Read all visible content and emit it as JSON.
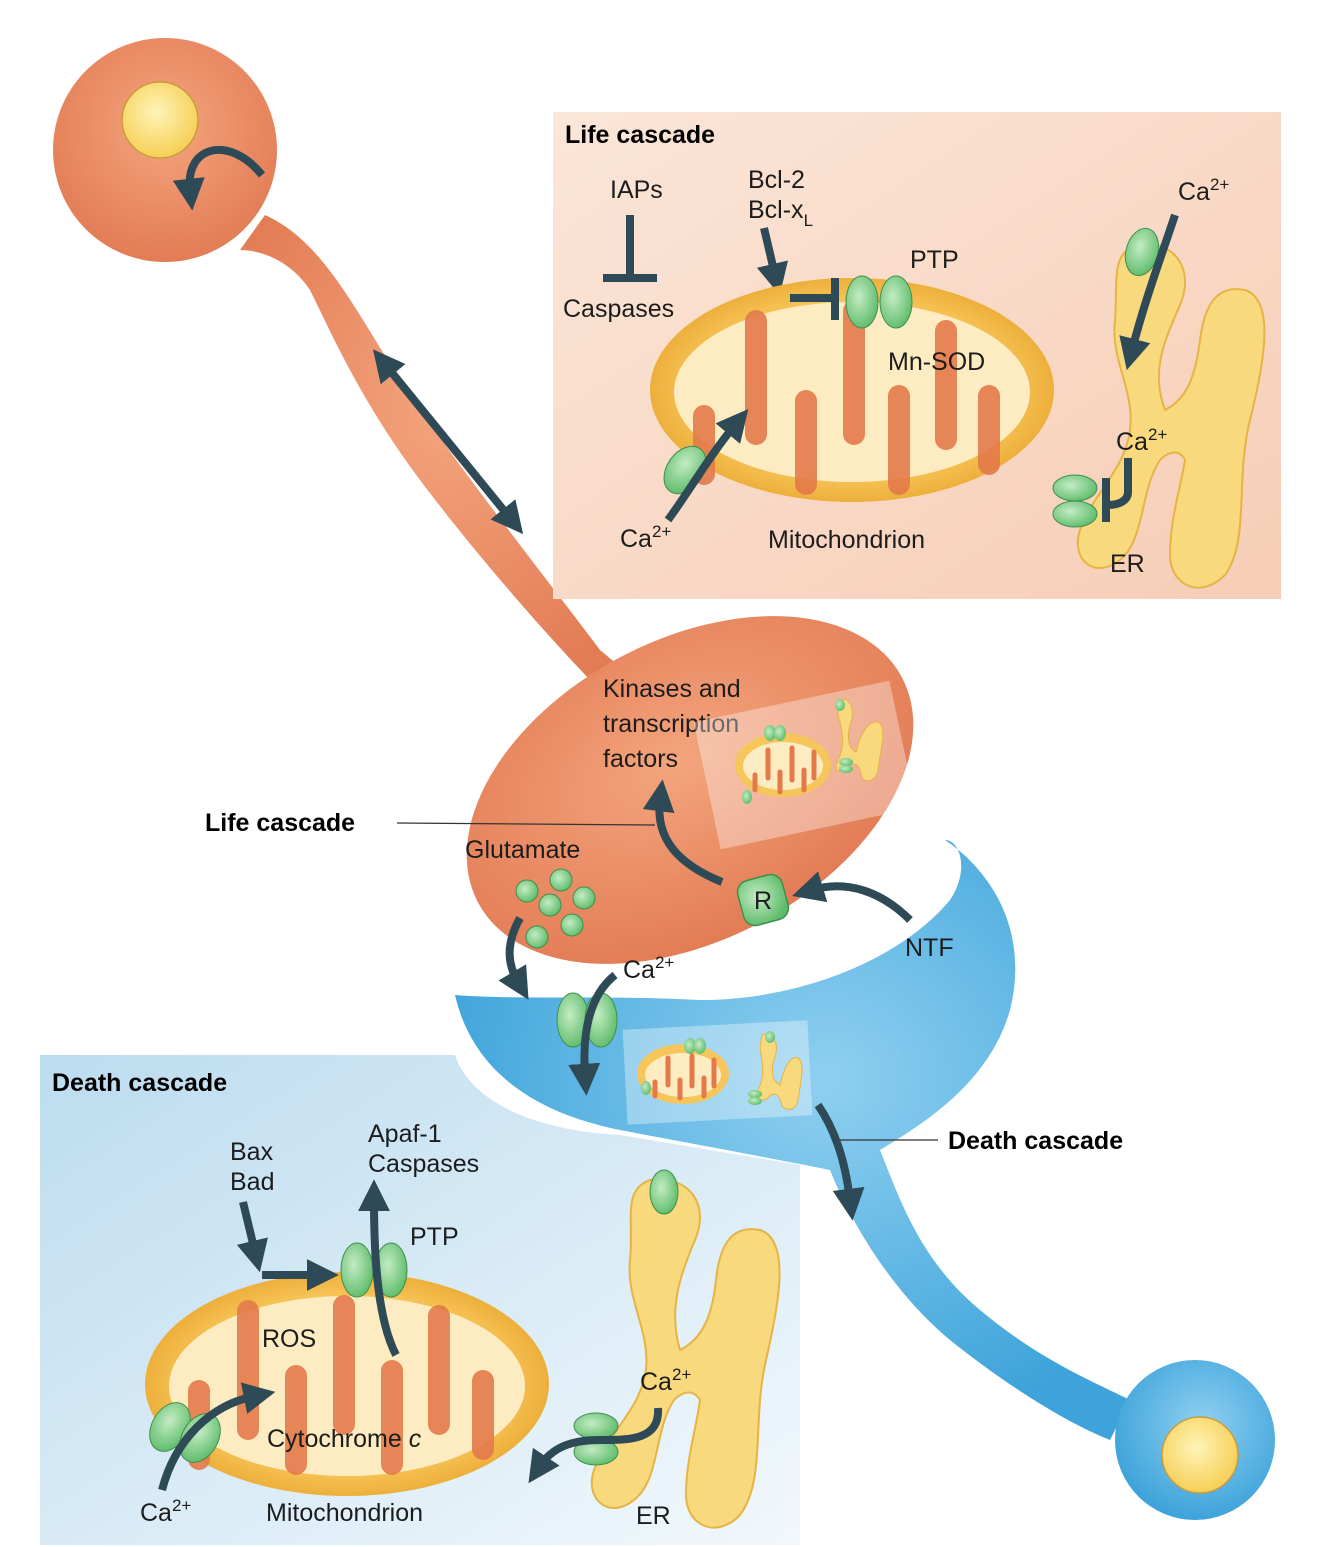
{
  "colors": {
    "life_neuron": "#e88a62",
    "death_neuron": "#4aace0",
    "life_panel": "#f8d9c8",
    "death_panel": "#cde4f2",
    "mito_outer": "#f3b94a",
    "mito_inner": "#fdebc2",
    "crista": "#e47a4a",
    "er": "#f9d97e",
    "channel": "#7ccc84",
    "arrow": "#2e4a56"
  },
  "life_panel": {
    "title": "Life cascade",
    "iaps": "IAPs",
    "caspases": "Caspases",
    "bcl2": "Bcl-2",
    "bclxl_base": "Bcl-x",
    "bclxl_sub": "L",
    "ptp": "PTP",
    "mnsod": "Mn-SOD",
    "ca_base": "Ca",
    "ca_sup": "2+",
    "mitochondrion": "Mitochondrion",
    "er": "ER"
  },
  "main": {
    "kinases_line1": "Kinases and",
    "kinases_line2": "transcription",
    "kinases_line3": "factors",
    "life_cascade_label": "Life cascade",
    "glutamate": "Glutamate",
    "receptor": "R",
    "ntf": "NTF",
    "ca_base": "Ca",
    "ca_sup": "2+",
    "death_cascade_label": "Death cascade"
  },
  "death_panel": {
    "title": "Death cascade",
    "bax": "Bax",
    "bad": "Bad",
    "apaf1": "Apaf-1",
    "caspases": "Caspases",
    "ptp": "PTP",
    "ros": "ROS",
    "cytochrome": "Cytochrome ",
    "cytochrome_c": "c",
    "ca_base": "Ca",
    "ca_sup": "2+",
    "mitochondrion": "Mitochondrion",
    "er": "ER"
  }
}
